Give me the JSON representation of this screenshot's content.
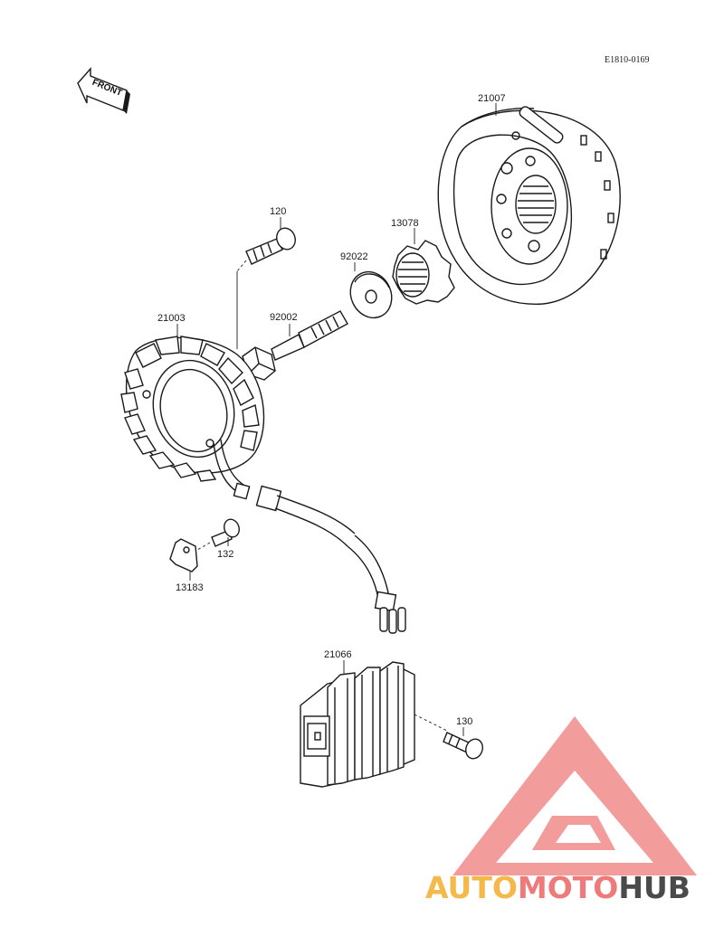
{
  "diagram": {
    "ref_code": "E1810-0169",
    "front_label": "FRONT",
    "parts": {
      "flywheel_rotor": "21007",
      "bolt_120": "120",
      "gear_13078": "13078",
      "washer_92022": "92022",
      "bolt_92002": "92002",
      "stator": "21003",
      "bolt_132": "132",
      "bracket_13183": "13183",
      "regulator": "21066",
      "bolt_130": "130"
    }
  },
  "watermark": {
    "word_part1": "AUTO",
    "word_part2": "MOTO",
    "word_part3": "HUB",
    "color_part1": "#f5b84a",
    "color_part2": "#f07a7a",
    "color_part3": "#4a4a4a",
    "logo_color": "#f28b8b"
  }
}
